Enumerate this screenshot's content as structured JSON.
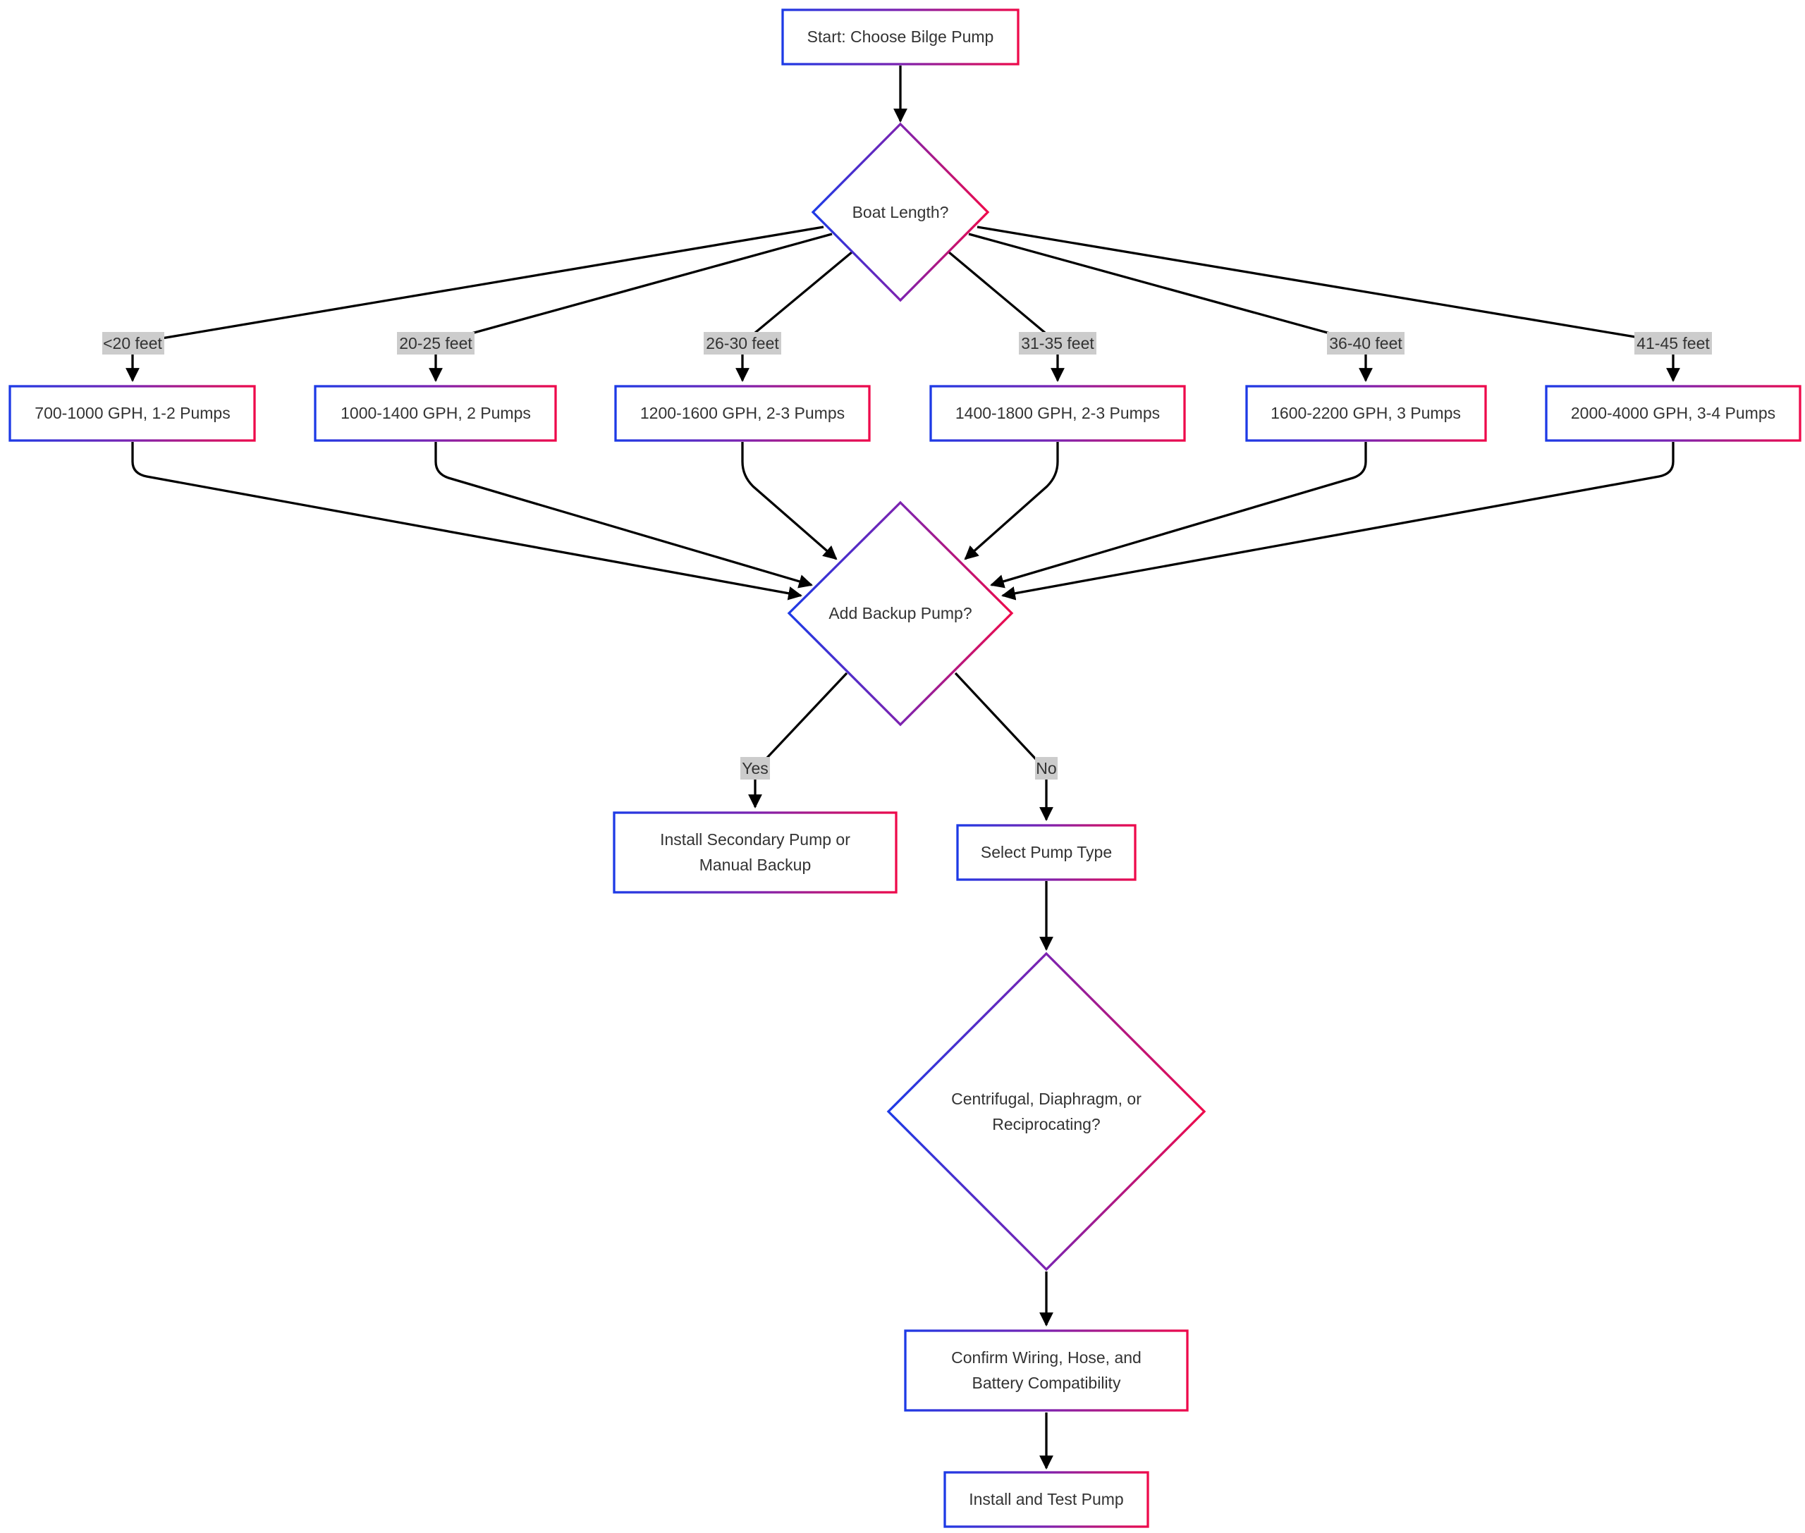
{
  "nodes": {
    "start": "Start: Choose Bilge Pump",
    "boat_length": "Boat Length?",
    "gph_lt20": "700-1000 GPH, 1-2 Pumps",
    "gph_20_25": "1000-1400 GPH, 2 Pumps",
    "gph_26_30": "1200-1600 GPH, 2-3 Pumps",
    "gph_31_35": "1400-1800 GPH, 2-3 Pumps",
    "gph_36_40": "1600-2200 GPH, 3 Pumps",
    "gph_41_45": "2000-4000 GPH, 3-4 Pumps",
    "backup": "Add Backup Pump?",
    "secondary": [
      "Install Secondary Pump or",
      "Manual Backup"
    ],
    "select_type": "Select Pump Type",
    "pump_type": [
      "Centrifugal, Diaphragm, or",
      "Reciprocating?"
    ],
    "confirm": [
      "Confirm Wiring, Hose, and",
      "Battery Compatibility"
    ],
    "install": "Install and Test Pump"
  },
  "edge_labels": {
    "lt20": "<20 feet",
    "f20_25": "20-25 feet",
    "f26_30": "26-30 feet",
    "f31_35": "31-35 feet",
    "f36_40": "36-40 feet",
    "f41_45": "41-45 feet",
    "yes": "Yes",
    "no": "No"
  },
  "colors": {
    "gradient_start": "#1d3ae6",
    "gradient_mid": "#7c22b0",
    "gradient_end": "#ee0a4b",
    "edge": "#000000",
    "label_bg": "#cccccc",
    "text": "#333333"
  }
}
